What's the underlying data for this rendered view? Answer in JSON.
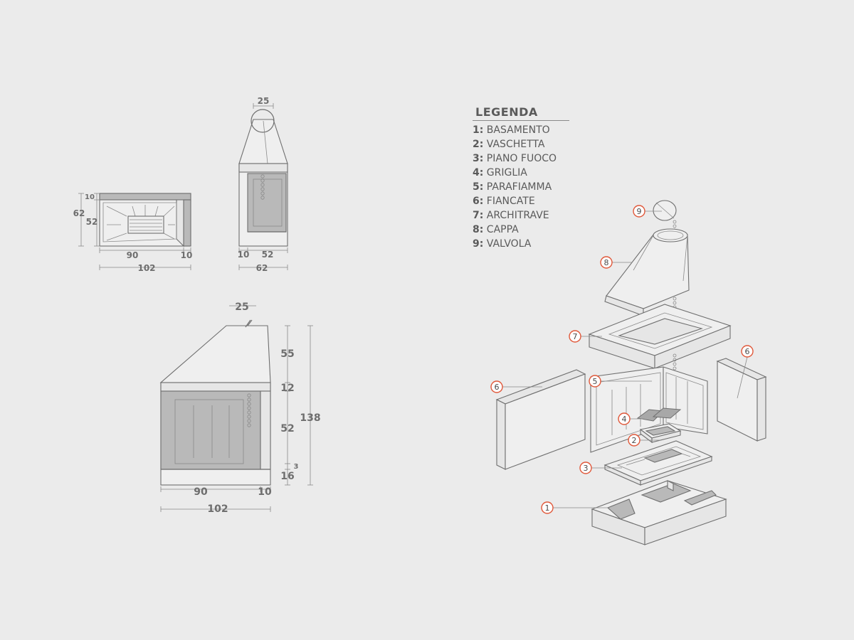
{
  "legend": {
    "title": "LEGENDA",
    "items": [
      {
        "num": "1:",
        "label": "BASAMENTO"
      },
      {
        "num": "2:",
        "label": "VASCHETTA"
      },
      {
        "num": "3:",
        "label": "PIANO FUOCO"
      },
      {
        "num": "4:",
        "label": "GRIGLIA"
      },
      {
        "num": "5:",
        "label": "PARAFIAMMA"
      },
      {
        "num": "6:",
        "label": "FIANCATE"
      },
      {
        "num": "7:",
        "label": "ARCHITRAVE"
      },
      {
        "num": "8:",
        "label": "CAPPA"
      },
      {
        "num": "9:",
        "label": "VALVOLA"
      }
    ]
  },
  "plan_view": {
    "d_10": "10",
    "d_62": "62",
    "d_52": "52",
    "d_90": "90",
    "d_10b": "10",
    "d_102": "102"
  },
  "side_view": {
    "d_25": "25",
    "d_10": "10",
    "d_52": "52",
    "d_62": "62"
  },
  "front_view": {
    "d_25": "25",
    "d_55": "55",
    "d_12": "12",
    "d_52": "52",
    "d_3": "3",
    "d_16": "16",
    "d_138": "138",
    "d_90": "90",
    "d_10": "10",
    "d_102": "102"
  },
  "callouts": [
    "1",
    "2",
    "3",
    "4",
    "5",
    "6",
    "6",
    "7",
    "8",
    "9"
  ],
  "colors": {
    "callout": "#e0583a",
    "background": "#ebebeb",
    "line": "#6f6f6f"
  }
}
